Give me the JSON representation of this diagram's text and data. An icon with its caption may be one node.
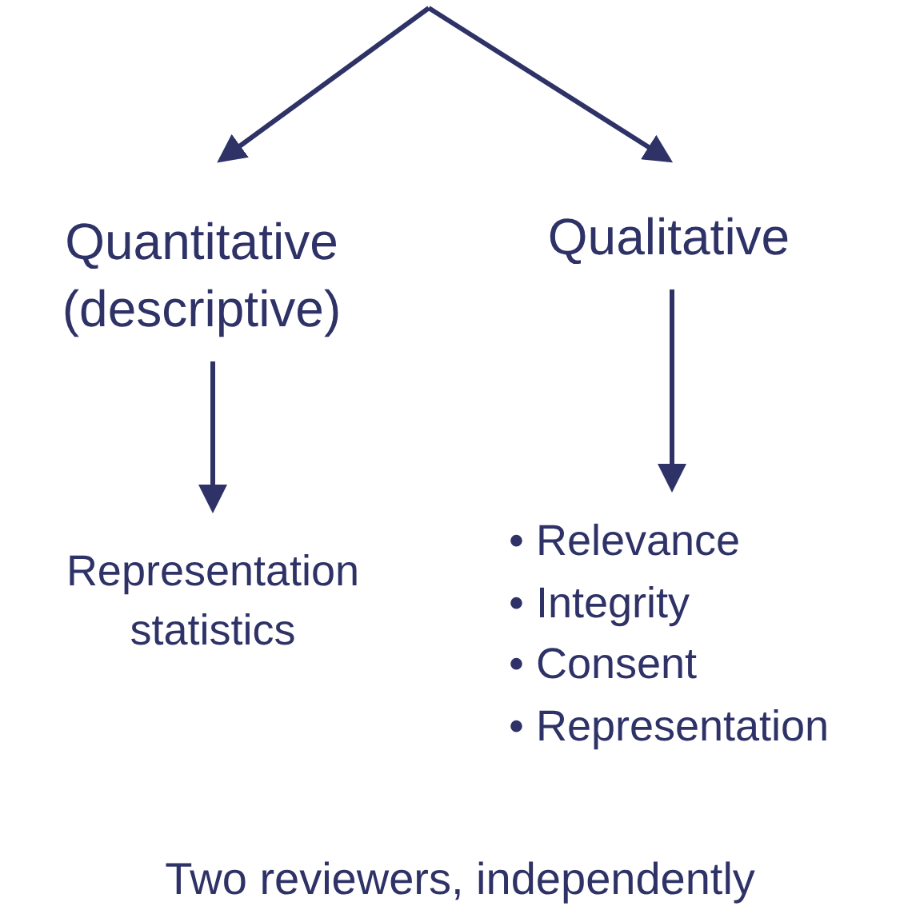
{
  "diagram": {
    "nodes": [
      {
        "text": [
          "Quantitative (descriptive)"
        ]
      },
      {
        "text": [
          "Qualitative"
        ]
      },
      {
        "text": [
          "Representation statistics"
        ]
      },
      {
        "text": [
          "• Relevance",
          "• Integrity",
          "• Consent",
          "• Representation"
        ]
      }
    ],
    "edges": [
      {
        "from": null,
        "to": 0,
        "arrow": "to"
      },
      {
        "from": null,
        "to": 1,
        "arrow": "to"
      },
      {
        "from": 0,
        "to": 2,
        "arrow": "to"
      },
      {
        "from": 1,
        "to": 3,
        "arrow": "to"
      }
    ],
    "labels": [
      "Two reviewers, independently"
    ]
  }
}
